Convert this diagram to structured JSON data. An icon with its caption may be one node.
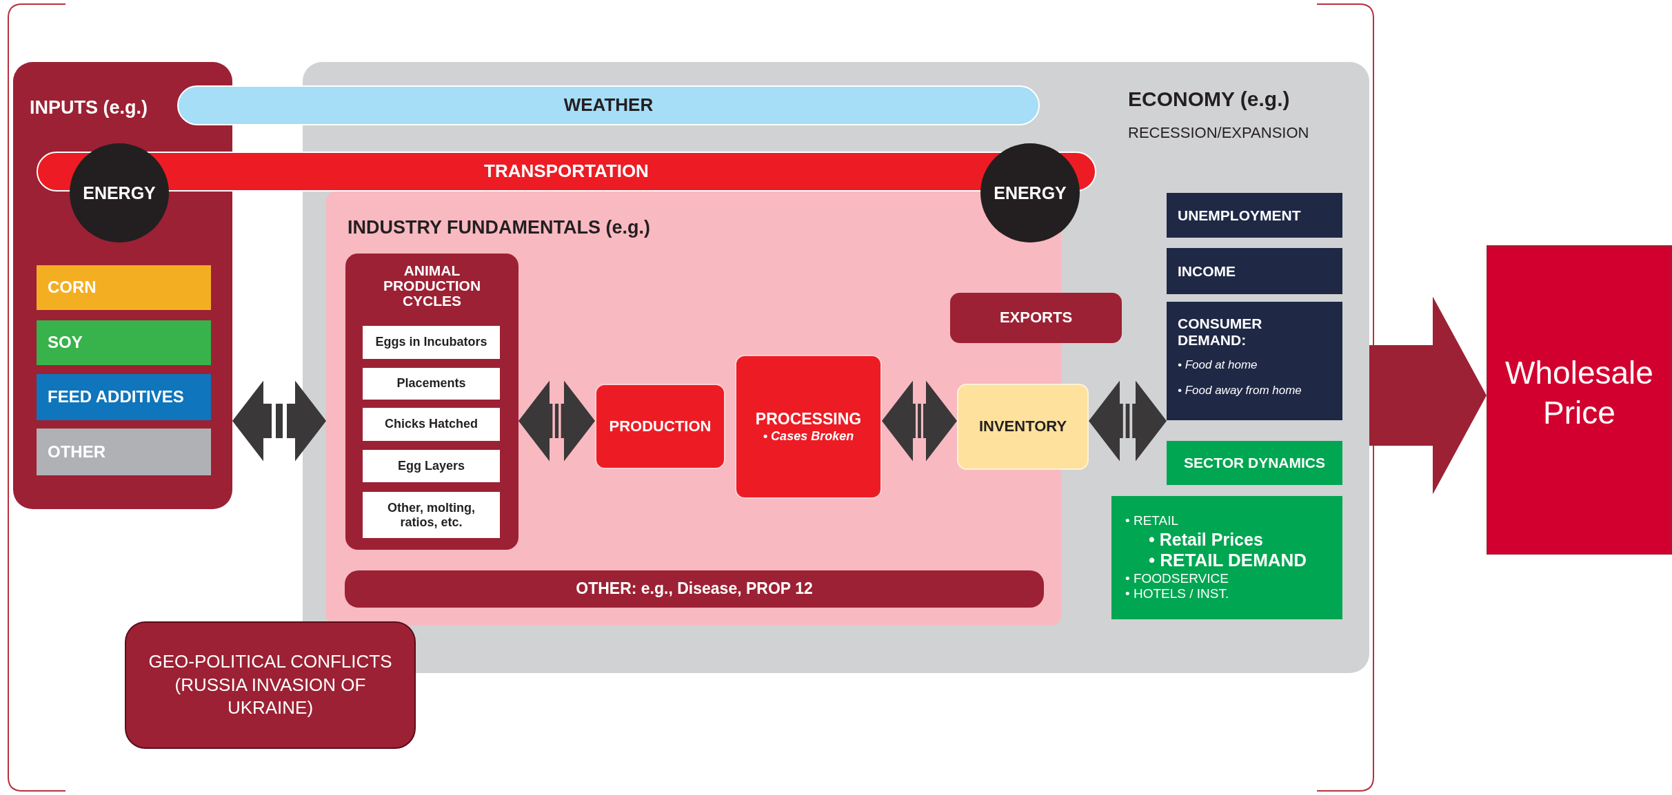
{
  "diagram": {
    "nodes": [
      {
        "text": [
          "INPUTS (e.g.)"
        ]
      },
      {
        "text": [
          "ENERGY"
        ],
        "in": 0
      },
      {
        "text": [
          "CORN"
        ],
        "in": 0
      },
      {
        "text": [
          "SOY"
        ],
        "in": 0
      },
      {
        "text": [
          "FEED ADDITIVES"
        ],
        "in": 0
      },
      {
        "text": [
          "OTHER"
        ],
        "in": 0
      },
      {
        "text": [
          "WEATHER"
        ]
      },
      {
        "text": [
          "TRANSPORTATION"
        ]
      },
      {
        "text": [
          "ECONOMY (e.g.)",
          "RECESSION/EXPANSION"
        ]
      },
      {
        "text": [
          "ENERGY"
        ],
        "in": 8
      },
      {
        "text": [
          "INDUSTRY FUNDAMENTALS (e.g.)"
        ],
        "in": 8
      },
      {
        "text": [
          "ANIMAL PRODUCTION CYCLES"
        ],
        "in": 10
      },
      {
        "text": [
          "Eggs in Incubators"
        ],
        "in": 11
      },
      {
        "text": [
          "Placements"
        ],
        "in": 11
      },
      {
        "text": [
          "Chicks Hatched"
        ],
        "in": 11
      },
      {
        "text": [
          "Egg Layers"
        ],
        "in": 11
      },
      {
        "text": [
          "Other, molting, ratios, etc."
        ],
        "in": 11
      },
      {
        "text": [
          "PRODUCTION"
        ],
        "in": 10
      },
      {
        "text": [
          "PROCESSING",
          "• Cases Broken"
        ],
        "in": 10
      },
      {
        "text": [
          "EXPORTS"
        ],
        "in": 8
      },
      {
        "text": [
          "INVENTORY"
        ],
        "in": 8
      },
      {
        "text": [
          "OTHER: e.g., Disease, PROP 12"
        ],
        "in": 10
      },
      {
        "text": [
          "UNEMPLOYMENT"
        ],
        "in": 8
      },
      {
        "text": [
          "INCOME"
        ],
        "in": 8
      },
      {
        "text": [
          "CONSUMER DEMAND:",
          "• Food at home",
          "• Food away from home"
        ],
        "in": 8
      },
      {
        "text": [
          "SECTOR DYNAMICS"
        ],
        "in": 8
      },
      {
        "text": [
          "• RETAIL",
          "• Retail Prices",
          "• RETAIL DEMAND",
          "• FOODSERVICE",
          "• HOTELS / INST."
        ],
        "in": 8
      },
      {
        "text": [
          "GEO-POLITICAL CONFLICTS (RUSSIA INVASION OF UKRAINE)"
        ]
      },
      {
        "text": [
          "Wholesale Price"
        ]
      }
    ],
    "edges": [
      {
        "from": 0,
        "to": 10,
        "arrow": "both"
      },
      {
        "from": 11,
        "to": 17,
        "arrow": "both"
      },
      {
        "from": 18,
        "to": 20,
        "arrow": "both"
      },
      {
        "from": 20,
        "to": 24,
        "arrow": "both"
      },
      {
        "from": 8,
        "to": 28,
        "arrow": "to",
        "style": "thick",
        "color": "#9c2134"
      }
    ]
  }
}
